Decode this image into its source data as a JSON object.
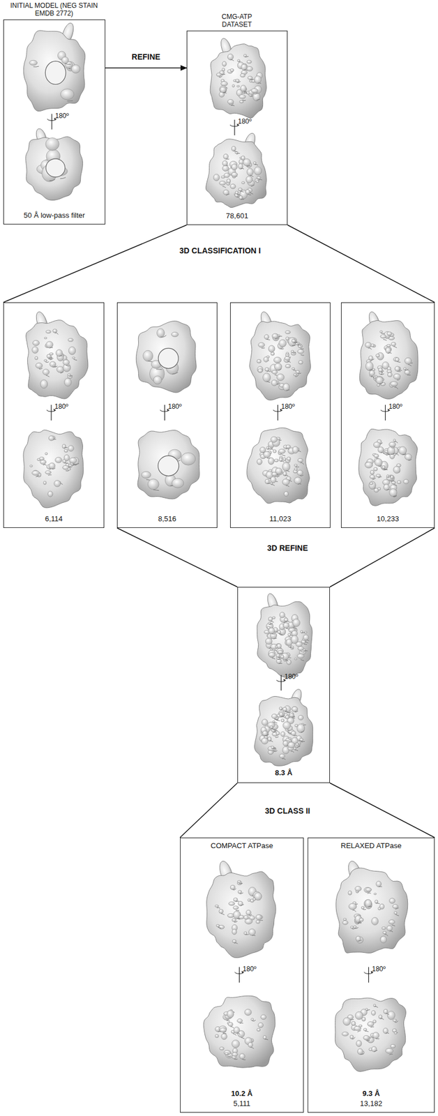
{
  "diagram": {
    "nodes": [
      {
        "text": [
          "INITIAL MODEL (NEG STAIN EMDB 2772)",
          "180º",
          "50 Å low-pass filter"
        ]
      },
      {
        "text": [
          "CMG-ATP DATASET",
          "180º",
          "78,601"
        ]
      },
      {
        "text": [
          "180º",
          "6,114"
        ]
      },
      {
        "text": [
          "180º",
          "8,516"
        ]
      },
      {
        "text": [
          "180º",
          "11,023"
        ]
      },
      {
        "text": [
          "180º",
          "10,233"
        ]
      },
      {
        "text": [
          "180º",
          "8.3 Å"
        ]
      },
      {
        "text": [
          "COMPACT ATPase",
          "180º",
          "10.2 Å",
          "5,111"
        ]
      },
      {
        "text": [
          "RELAXED ATPase",
          "180º",
          "9.3 Å",
          "13,182"
        ]
      }
    ],
    "edges": [
      {
        "from": 0,
        "to": 1,
        "arrow": "to",
        "label": "REFINE"
      },
      {
        "from": 1,
        "to": 2,
        "arrow": "none"
      },
      {
        "from": 1,
        "to": 5,
        "arrow": "none"
      },
      {
        "from": 3,
        "to": 6,
        "arrow": "none"
      },
      {
        "from": 5,
        "to": 6,
        "arrow": "none"
      },
      {
        "from": 6,
        "to": 7,
        "arrow": "none"
      },
      {
        "from": 6,
        "to": 8,
        "arrow": "none"
      }
    ],
    "labels": [
      "3D CLASSIFICATION I",
      "3D REFINE",
      "3D CLASS II"
    ]
  }
}
